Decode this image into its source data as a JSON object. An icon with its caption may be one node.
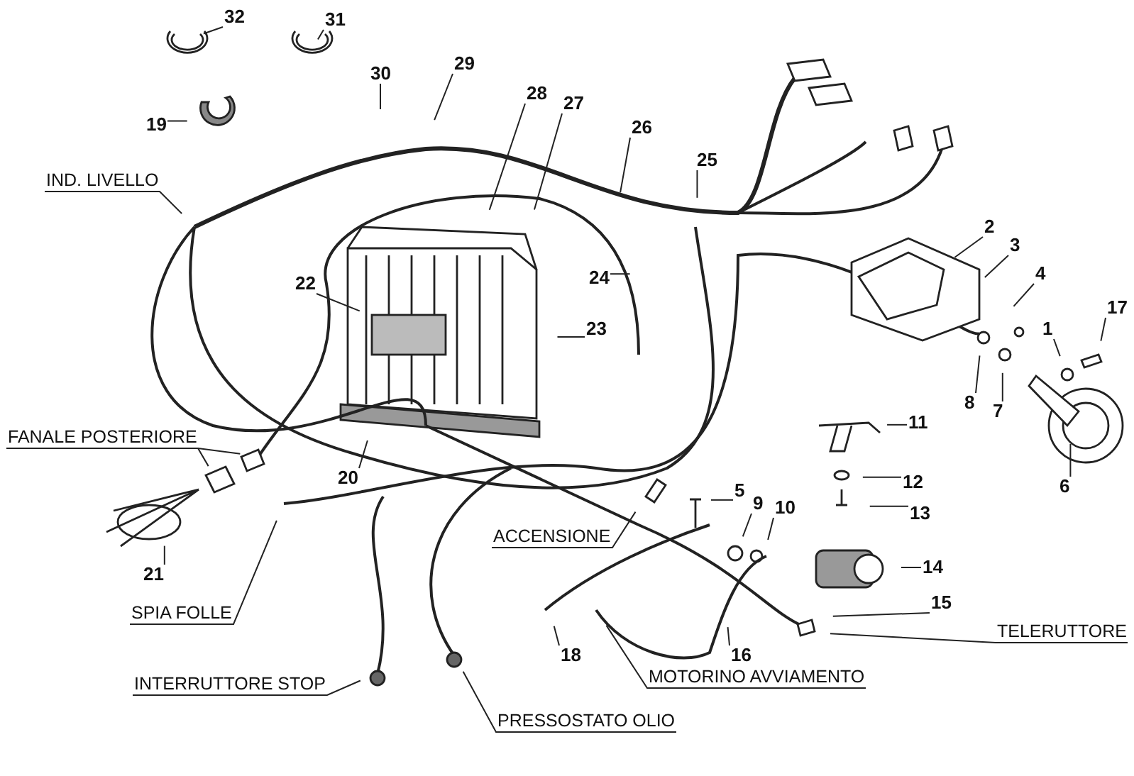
{
  "diagram": {
    "nodes": [
      {
        "text": [
          "32"
        ]
      },
      {
        "text": [
          "31"
        ]
      },
      {
        "text": [
          "30"
        ]
      },
      {
        "text": [
          "29"
        ]
      },
      {
        "text": [
          "28"
        ]
      },
      {
        "text": [
          "27"
        ]
      },
      {
        "text": [
          "19"
        ]
      },
      {
        "text": [
          "26"
        ]
      },
      {
        "text": [
          "25"
        ]
      },
      {
        "text": [
          "IND. LIVELLO"
        ]
      },
      {
        "text": [
          "2"
        ]
      },
      {
        "text": [
          "3"
        ]
      },
      {
        "text": [
          "4"
        ]
      },
      {
        "text": [
          "24"
        ]
      },
      {
        "text": [
          "22"
        ]
      },
      {
        "text": [
          "17"
        ]
      },
      {
        "text": [
          "23"
        ]
      },
      {
        "text": [
          "1"
        ]
      },
      {
        "text": [
          "8"
        ]
      },
      {
        "text": [
          "7"
        ]
      },
      {
        "text": [
          "11"
        ]
      },
      {
        "text": [
          "FANALE POSTERIORE"
        ]
      },
      {
        "text": [
          "20"
        ]
      },
      {
        "text": [
          "12"
        ]
      },
      {
        "text": [
          "6"
        ]
      },
      {
        "text": [
          "5"
        ]
      },
      {
        "text": [
          "9"
        ]
      },
      {
        "text": [
          "10"
        ]
      },
      {
        "text": [
          "13"
        ]
      },
      {
        "text": [
          "ACCENSIONE"
        ]
      },
      {
        "text": [
          "14"
        ]
      },
      {
        "text": [
          "21"
        ]
      },
      {
        "text": [
          "15"
        ]
      },
      {
        "text": [
          "SPIA FOLLE"
        ]
      },
      {
        "text": [
          "TELERUTTORE"
        ]
      },
      {
        "text": [
          "18"
        ]
      },
      {
        "text": [
          "16"
        ]
      },
      {
        "text": [
          "MOTORINO AVVIAMENTO"
        ]
      },
      {
        "text": [
          "INTERRUTTORE STOP"
        ]
      },
      {
        "text": [
          "PRESSOSTATO OLIO"
        ]
      }
    ],
    "edges": [
      {
        "from": 0,
        "to": null,
        "arrow": "none"
      },
      {
        "from": 1,
        "to": null,
        "arrow": "none"
      },
      {
        "from": 2,
        "to": null,
        "arrow": "none"
      },
      {
        "from": 3,
        "to": null,
        "arrow": "none"
      },
      {
        "from": 4,
        "to": null,
        "arrow": "none"
      },
      {
        "from": 5,
        "to": null,
        "arrow": "none"
      },
      {
        "from": 6,
        "to": null,
        "arrow": "none"
      },
      {
        "from": 7,
        "to": null,
        "arrow": "none"
      },
      {
        "from": 8,
        "to": null,
        "arrow": "none"
      },
      {
        "from": 9,
        "to": null,
        "arrow": "none"
      },
      {
        "from": 10,
        "to": null,
        "arrow": "none"
      },
      {
        "from": 11,
        "to": null,
        "arrow": "none"
      },
      {
        "from": 12,
        "to": null,
        "arrow": "none"
      },
      {
        "from": 13,
        "to": null,
        "arrow": "none"
      },
      {
        "from": 14,
        "to": null,
        "arrow": "none"
      },
      {
        "from": 15,
        "to": null,
        "arrow": "none"
      },
      {
        "from": 16,
        "to": null,
        "arrow": "none"
      },
      {
        "from": 17,
        "to": null,
        "arrow": "none"
      },
      {
        "from": 18,
        "to": null,
        "arrow": "none"
      },
      {
        "from": 19,
        "to": null,
        "arrow": "none"
      },
      {
        "from": 20,
        "to": null,
        "arrow": "none"
      },
      {
        "from": 21,
        "to": null,
        "arrow": "none"
      },
      {
        "from": 21,
        "to": null,
        "arrow": "none"
      },
      {
        "from": 22,
        "to": null,
        "arrow": "none"
      },
      {
        "from": 23,
        "to": null,
        "arrow": "none"
      },
      {
        "from": 24,
        "to": null,
        "arrow": "none"
      },
      {
        "from": 25,
        "to": null,
        "arrow": "none"
      },
      {
        "from": 26,
        "to": null,
        "arrow": "none"
      },
      {
        "from": 27,
        "to": null,
        "arrow": "none"
      },
      {
        "from": 28,
        "to": null,
        "arrow": "none"
      },
      {
        "from": 29,
        "to": null,
        "arrow": "none"
      },
      {
        "from": 30,
        "to": null,
        "arrow": "none"
      },
      {
        "from": 31,
        "to": null,
        "arrow": "none"
      },
      {
        "from": 32,
        "to": null,
        "arrow": "none"
      },
      {
        "from": 33,
        "to": null,
        "arrow": "none"
      },
      {
        "from": 34,
        "to": null,
        "arrow": "none"
      },
      {
        "from": 35,
        "to": null,
        "arrow": "none"
      },
      {
        "from": 36,
        "to": null,
        "arrow": "none"
      },
      {
        "from": 37,
        "to": null,
        "arrow": "none"
      },
      {
        "from": 38,
        "to": null,
        "arrow": "none"
      },
      {
        "from": 39,
        "to": null,
        "arrow": "none"
      }
    ]
  }
}
